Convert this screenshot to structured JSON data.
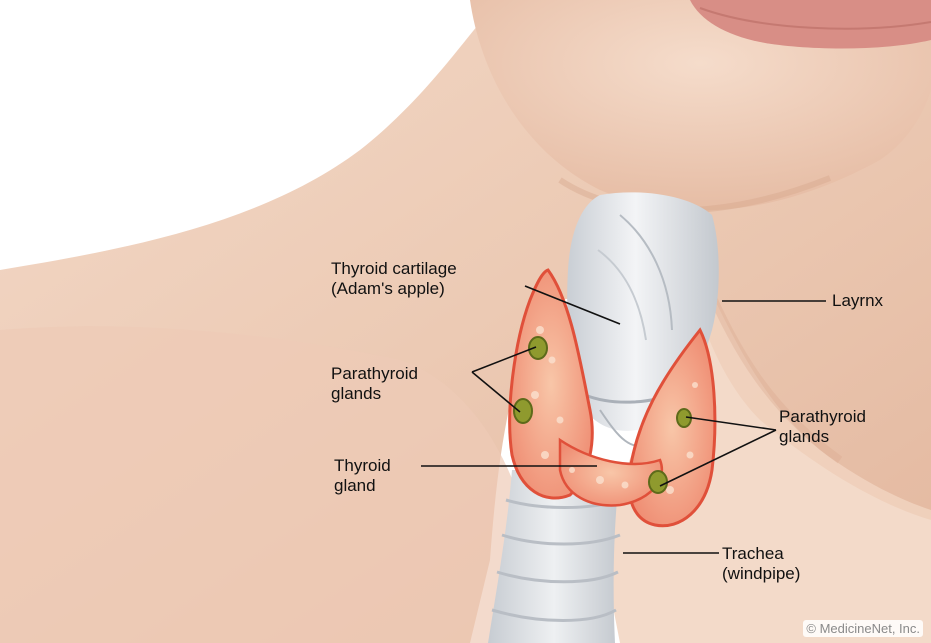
{
  "labels": {
    "thyroid_cartilage": {
      "line1": "Thyroid cartilage",
      "line2": "(Adam's apple)"
    },
    "larynx": "Layrnx",
    "parathyroid_left": {
      "line1": "Parathyroid",
      "line2": "glands"
    },
    "parathyroid_right": {
      "line1": "Parathyroid",
      "line2": "glands"
    },
    "thyroid_gland": {
      "line1": "Thyroid",
      "line2": "gland"
    },
    "trachea": {
      "line1": "Trachea",
      "line2": "(windpipe)"
    }
  },
  "credit": "© MedicineNet, Inc.",
  "colors": {
    "skin": "#efcdb8",
    "skin_shadow": "#d9a88e",
    "lip": "#d4867e",
    "cartilage": "#e3e6e9",
    "thyroid": "#f2a083",
    "thyroid_edge": "#e0503a",
    "parathyroid": "#8f9a2e",
    "leader_line": "#111111"
  }
}
